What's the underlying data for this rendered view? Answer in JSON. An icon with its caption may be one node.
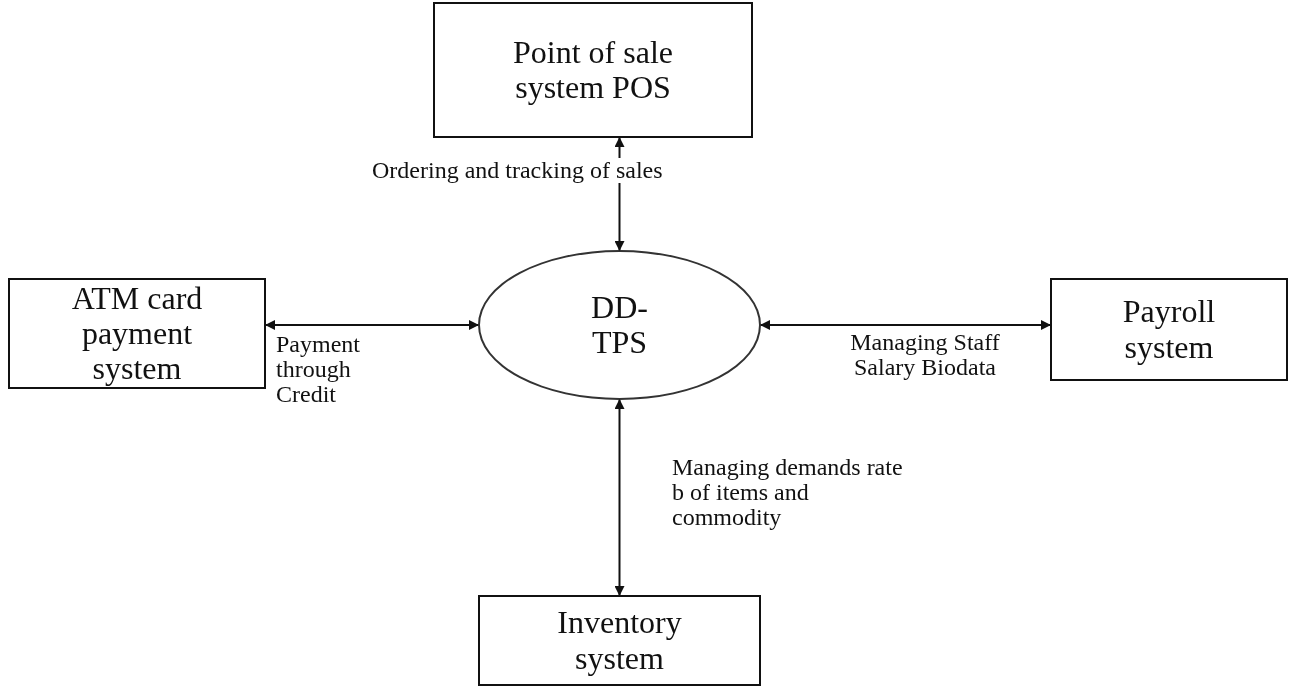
{
  "diagram": {
    "nodes": [
      {
        "text": [
          "Point of sale system POS"
        ]
      },
      {
        "text": [
          "ATM card payment system"
        ]
      },
      {
        "text": [
          "DD-TPS"
        ]
      },
      {
        "text": [
          "Payroll system"
        ]
      },
      {
        "text": [
          "Inventory system"
        ]
      }
    ],
    "edges": [
      {
        "from": 0,
        "to": 2,
        "arrow": "both",
        "label": "Ordering and tracking of sales"
      },
      {
        "from": 1,
        "to": 2,
        "arrow": "both",
        "label": "Payment through Credit"
      },
      {
        "from": 2,
        "to": 3,
        "arrow": "both",
        "label": "Managing Staff Salary Biodata"
      },
      {
        "from": 2,
        "to": 4,
        "arrow": "both",
        "label": "Managing demands rate b of items and commodity"
      }
    ]
  }
}
